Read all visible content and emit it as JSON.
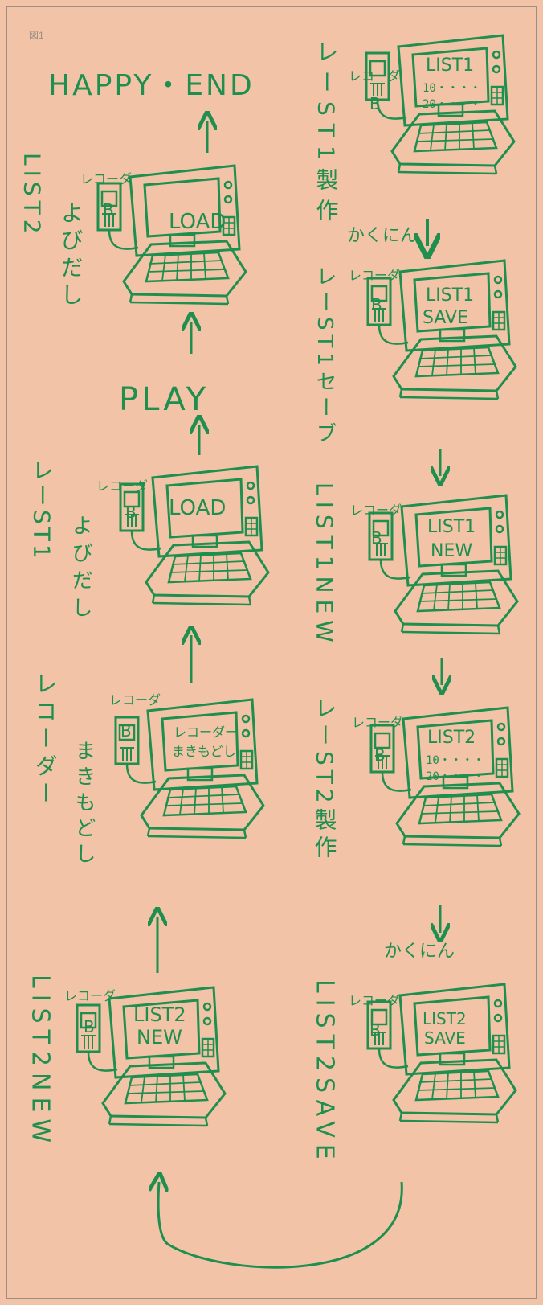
{
  "figure": {
    "label": "図1",
    "ink_color": "#1e8f4f",
    "paper_color": "#f2c3a6",
    "border_color": "#9a8f88",
    "end_text": "HAPPY・END",
    "play_text": "PLAY",
    "recorder_label": "レコーダ",
    "recorder_glyph": "B",
    "kakunin": "かくにん",
    "left_labels": {
      "list2_yobidashi_a": "LIST2",
      "list2_yobidashi_b": "よびだし",
      "list1_yobidashi_a": "レーST1",
      "list1_yobidashi_b": "よびだし",
      "recorder_rewind_a": "レコーダー",
      "recorder_rewind_b": "まきもどし",
      "list2_new": "LIST2NEW"
    },
    "right_labels": {
      "list1_make": "レーST1製作",
      "list1_save": "レーST1セーブ",
      "list1_new": "LIST1NEW",
      "list2_make": "レーST2製作",
      "list2_save": "LIST2SAVE"
    },
    "screens": {
      "load_a": "LOAD",
      "load_b": "LOAD",
      "rewind_1": "レコーダー",
      "rewind_2": "まきもどし",
      "list2_new_1": "LIST2",
      "list2_new_2": "NEW",
      "list1_1": "LIST1",
      "list1_2": "10・・・・",
      "list1_3": "20・・・・",
      "list1_save_1": "LIST1",
      "list1_save_2": "SAVE",
      "list1_new_1": "LIST1",
      "list1_new_2": "NEW",
      "list2_1": "LIST2",
      "list2_2": "10・・・・",
      "list2_3": "20・・・・",
      "list2_save_1": "LIST2",
      "list2_save_2": "SAVE"
    }
  }
}
